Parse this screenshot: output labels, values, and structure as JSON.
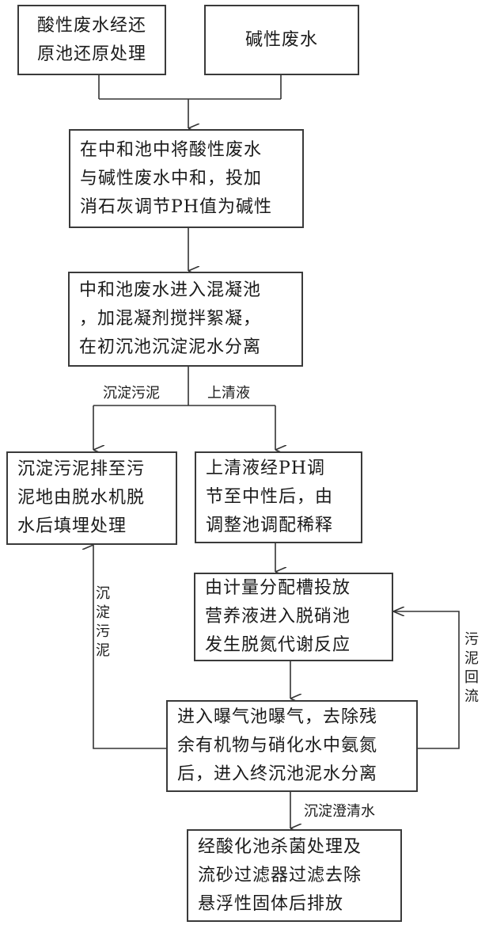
{
  "boxes": {
    "acid_waste": [
      "酸性废水经还",
      "原池还原处理"
    ],
    "alkali_waste": [
      "碱性废水"
    ],
    "neutralization": [
      "在中和池中将酸性废水",
      "与碱性废水中和，投加",
      "消石灰调节PH值为碱性"
    ],
    "coagulation": [
      "中和池废水进入混凝池",
      "，加混凝剂搅拌絮凝，",
      "在初沉池沉淀泥水分离"
    ],
    "sludge_disposal": [
      "沉淀污泥排至污",
      "泥地由脱水机脱",
      "水后填埋处理"
    ],
    "supernatant_adjust": [
      "上清液经PH调",
      "节至中性后，由",
      "调整池调配稀释"
    ],
    "denitrification": [
      "由计量分配槽投放",
      "营养液进入脱硝池",
      "发生脱氮代谢反应"
    ],
    "aeration": [
      "进入曝气池曝气，去除残",
      "余有机物与硝化水中氨氮",
      "后，进入终沉池泥水分离"
    ],
    "final_discharge": [
      "经酸化池杀菌处理及",
      "流砂过滤器过滤去除",
      "悬浮性固体后排放"
    ]
  },
  "edge_labels": {
    "settled_sludge": "沉淀污泥",
    "supernatant": "上清液",
    "settled_sludge_vertical": [
      "沉",
      "淀",
      "污",
      "泥"
    ],
    "sludge_return_vertical": [
      "污",
      "泥",
      "回",
      "流"
    ],
    "clarified_water": "沉淀澄清水"
  }
}
